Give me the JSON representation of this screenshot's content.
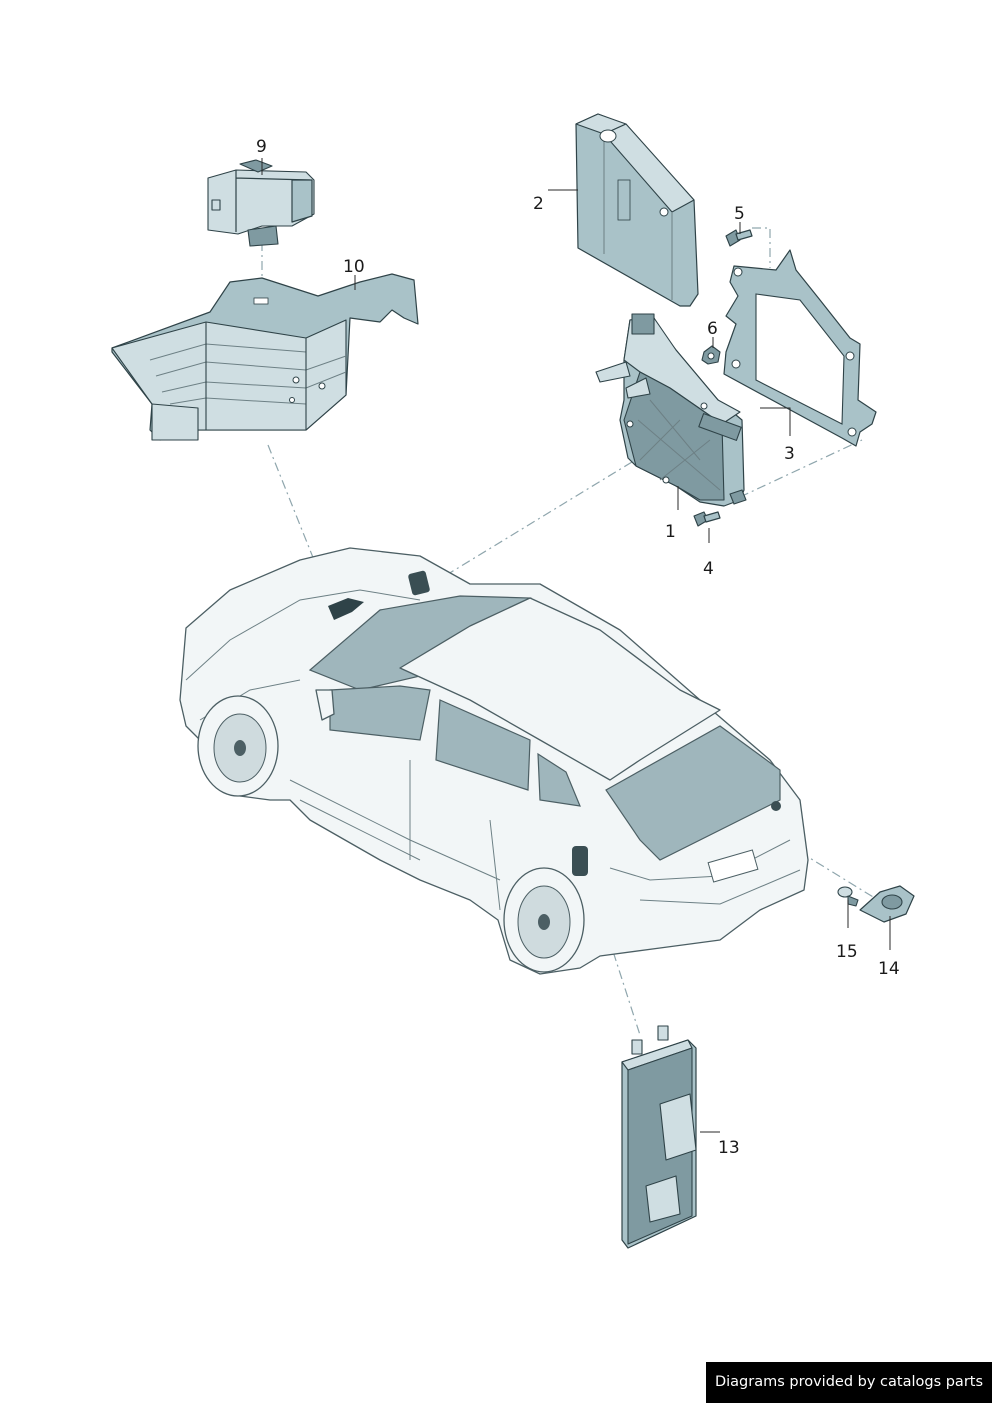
{
  "callouts": [
    "1",
    "2",
    "3",
    "4",
    "5",
    "6",
    "9",
    "10",
    "13",
    "14",
    "15"
  ],
  "footer_text": "Diagrams provided by catalogs parts"
}
